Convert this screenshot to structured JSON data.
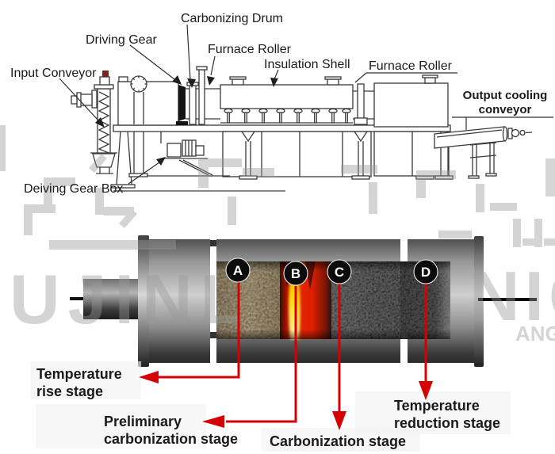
{
  "machine_labels": {
    "carbonizing_drum": "Carbonizing Drum",
    "driving_gear": "Driving Gear",
    "furnace_roller_top": "Furnace Roller",
    "insulation_shell": "Insulation Shell",
    "furnace_roller_right": "Furnace Roller",
    "input_conveyor": "Input Conveyor",
    "output_cooling_line1": "Output cooling",
    "output_cooling_line2": "conveyor",
    "driving_gear_box": "Deiving Gear Box"
  },
  "stage_markers": {
    "a": "A",
    "b": "B",
    "c": "C",
    "d": "D"
  },
  "stage_labels": {
    "temperature_rise_line1": "Temperature",
    "temperature_rise_line2": "rise stage",
    "preliminary_line1": "Preliminary",
    "preliminary_line2": "carbonization stage",
    "carbonization": "Carbonization stage",
    "temperature_reduction_line1": "Temperature",
    "temperature_reduction_line2": "reduction stage"
  },
  "watermark": {
    "fragment_left": "UJINL",
    "fragment_right": "NIC",
    "fragment_right_small": "ANG"
  },
  "colors": {
    "arrow_red": "#d60000",
    "badge_bg": "#0c0c0c",
    "badge_text": "#ffffff",
    "line_dark": "#3a3a3a",
    "label_text": "#1a1a1a",
    "watermark_gray": "#9a9a9a",
    "fire_red": "#e32600",
    "fire_yellow": "#ffe41c",
    "biomass_tan": "#b39a60",
    "char_black": "#1c1c1c"
  }
}
